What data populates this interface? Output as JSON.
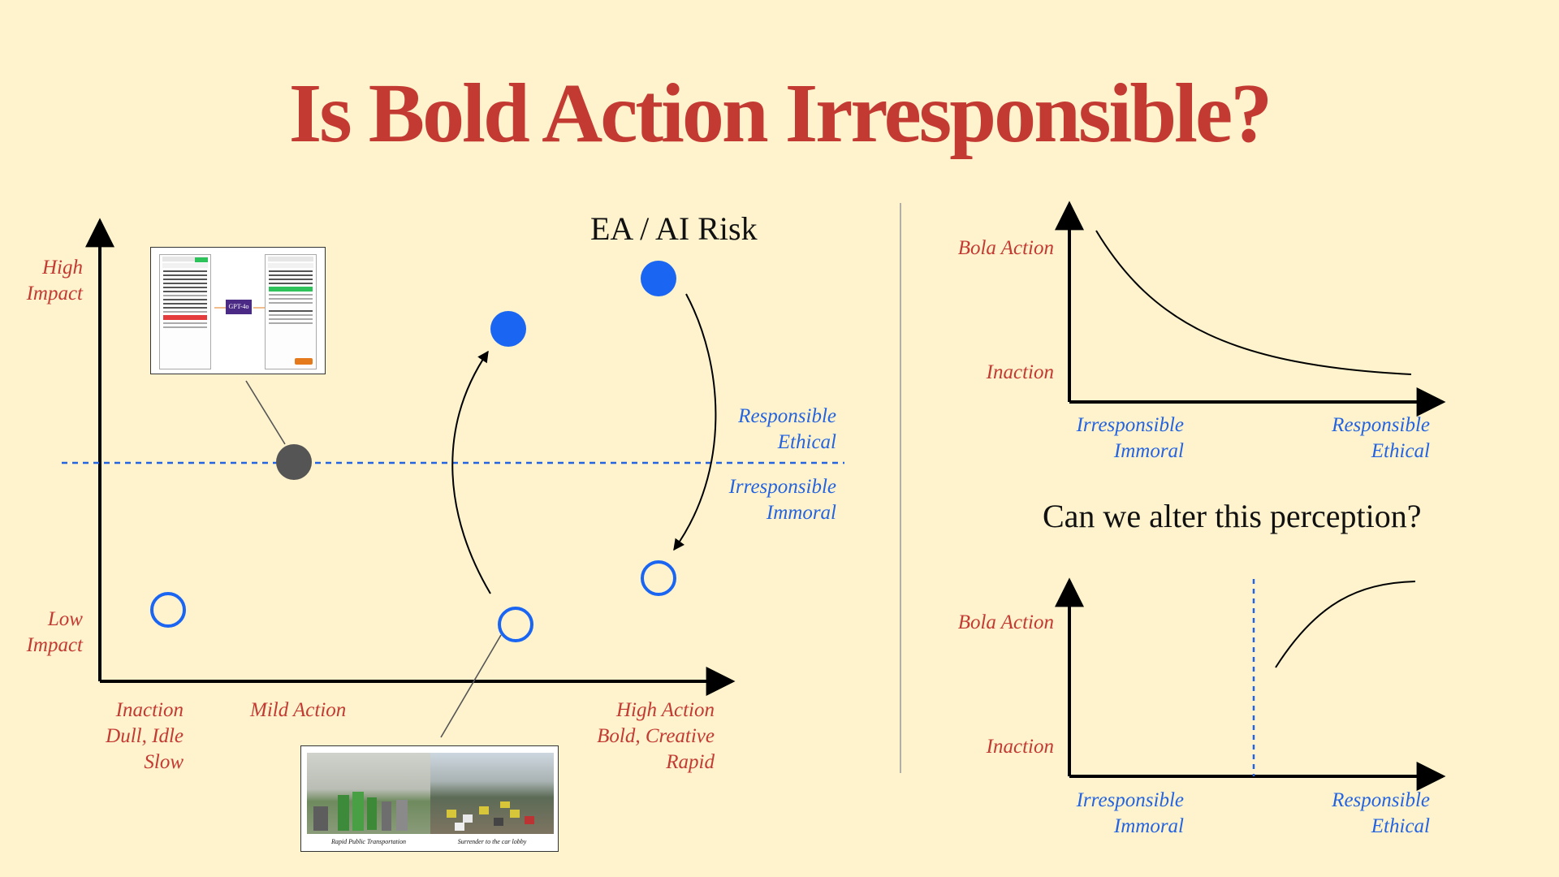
{
  "title": "Is Bold Action Irresponsible?",
  "main_chart": {
    "heading": "EA / AI Risk",
    "y_labels": {
      "high": [
        "High",
        "Impact"
      ],
      "low": [
        "Low",
        "Impact"
      ]
    },
    "x_labels": {
      "inaction": [
        "Inaction",
        "Dull, Idle",
        "Slow"
      ],
      "mild": "Mild Action",
      "high": [
        "High  Action",
        "Bold, Creative",
        "Rapid"
      ]
    },
    "divider_labels": {
      "above": [
        "Responsible",
        "Ethical"
      ],
      "below": [
        "Irresponsible",
        "Immoral"
      ]
    },
    "inset_gpt": {
      "badge": "GPT-4o"
    },
    "inset_photos": {
      "captions": [
        "Rapid Public Transportation",
        "Surrender to the car lobby"
      ]
    }
  },
  "chart_top": {
    "y_labels": {
      "top": "Bola Action",
      "bottom": "Inaction"
    },
    "x_labels": {
      "left": [
        "Irresponsible",
        "Immoral"
      ],
      "right": [
        "Responsible",
        "Ethical"
      ]
    }
  },
  "question": "Can we alter this perception?",
  "chart_bottom": {
    "y_labels": {
      "top": "Bola Action",
      "bottom": "Inaction"
    },
    "x_labels": {
      "left": [
        "Irresponsible",
        "Immoral"
      ],
      "right": [
        "Responsible",
        "Ethical"
      ]
    }
  },
  "colors": {
    "title": "#c33a32",
    "blue": "#2464e0",
    "accent_blue": "#1a66f2",
    "grey_dot": "#555555",
    "background": "#fef3cd"
  }
}
